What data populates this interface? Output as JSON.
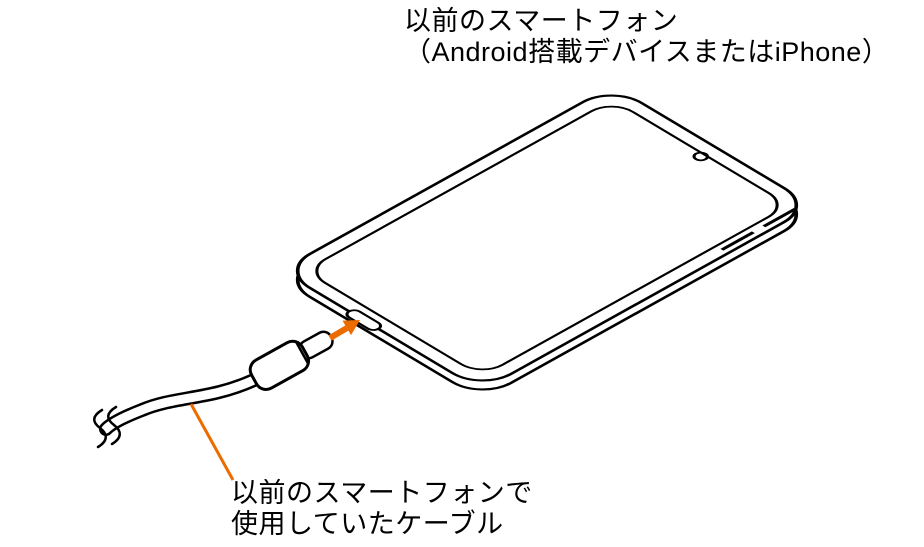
{
  "colors": {
    "accent": "#ED6C00",
    "ink": "#000000"
  },
  "callouts": {
    "device": {
      "line1": "以前のスマートフォン",
      "line2": "（Android搭載デバイスまたはiPhone）"
    },
    "cable": {
      "line1": "以前のスマートフォンで",
      "line2": "使用していたケーブル"
    }
  },
  "illustration": {
    "phone": "previous-smartphone",
    "cable": "usb-cable",
    "arrow": "connector-insertion-direction"
  }
}
